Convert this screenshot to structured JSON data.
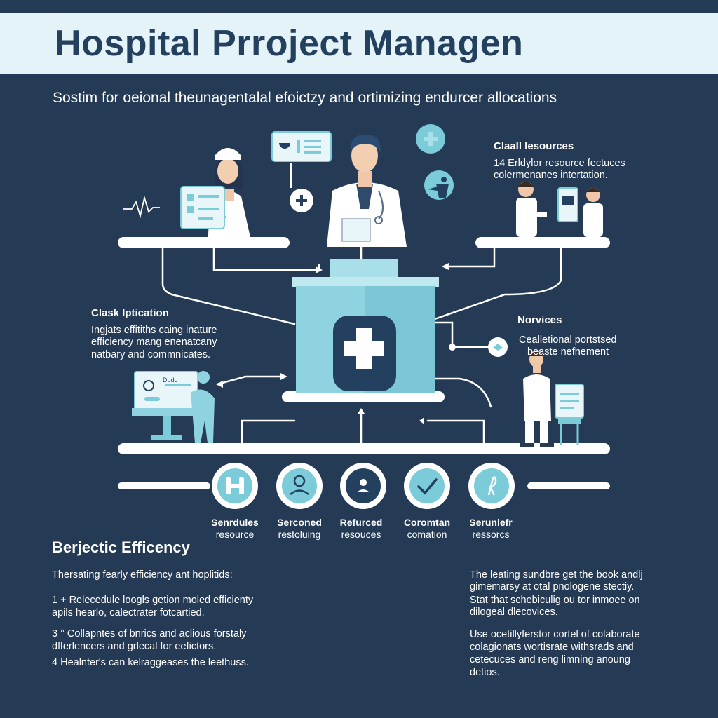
{
  "header": {
    "title": "Hospital Prroject Managen",
    "subtitle": "Sostim for oeional theunagentalal efoictzy and ortimizing endurcer allocations"
  },
  "panels": {
    "top_right": {
      "title": "Claall lesources",
      "line1": "14 Erldylor resource fectuces",
      "line2": "colermenanes intertation."
    },
    "left": {
      "title": "Clask lptication",
      "line1": "Ingjats effitiths caing inature",
      "line2": "efficiency mang enenatcany",
      "line3": "natbary and commnicates."
    },
    "right": {
      "title": "Norvices",
      "line1": "Cealletional portstsed",
      "line2": "beaste nefhement"
    },
    "monitor_caption": "Dudo"
  },
  "icons": [
    {
      "icon": "hospital-h-icon",
      "label1": "Senrdules",
      "label2": "resource"
    },
    {
      "icon": "person-icon",
      "label1": "Serconed",
      "label2": "restoluing"
    },
    {
      "icon": "user-badge-icon",
      "label1": "Refurced",
      "label2": "resouces"
    },
    {
      "icon": "checkmark-icon",
      "label1": "Coromtan",
      "label2": "comation"
    },
    {
      "icon": "ribbon-icon",
      "label1": "Serunlefr",
      "label2": "ressorcs"
    }
  ],
  "bottom": {
    "section_title": "Berjectic Efficency",
    "left": {
      "intro": "Thersating fearly efficiency ant hoplitids:",
      "item1_a": "1 + Relecedule loogls getion moled efficienty",
      "item1_b": "apils hearlo, calectrater fotcartied.",
      "item2_a": "3 ° Collapntes of bnrics and aclious forstaly",
      "item2_b": "dfferlencers and grlecal for eefictors.",
      "item3": "4 Healnter's can kelraggeases the leethuss."
    },
    "right": {
      "p1_a": "The leating sundbre get the book andlj",
      "p1_b": "gimemarsy at otal pnologene stectiy.",
      "p2_a": "Stat that schebiculig ou tor inmoee on",
      "p2_b": "dilogeal dlecovices.",
      "p3_a": "Use ocetillyferstor cortel of colaborate",
      "p3_b": "colagionats wortisrate withsrads and",
      "p3_c": "cetecuces and reng limning anoung",
      "p3_d": "detios."
    }
  },
  "colors": {
    "background": "#253a55",
    "title_band": "#e4f3f8",
    "title_text": "#23405f",
    "accent": "#7ccbd8",
    "accent_light": "#a9dfe8",
    "platform": "#ffffff"
  }
}
